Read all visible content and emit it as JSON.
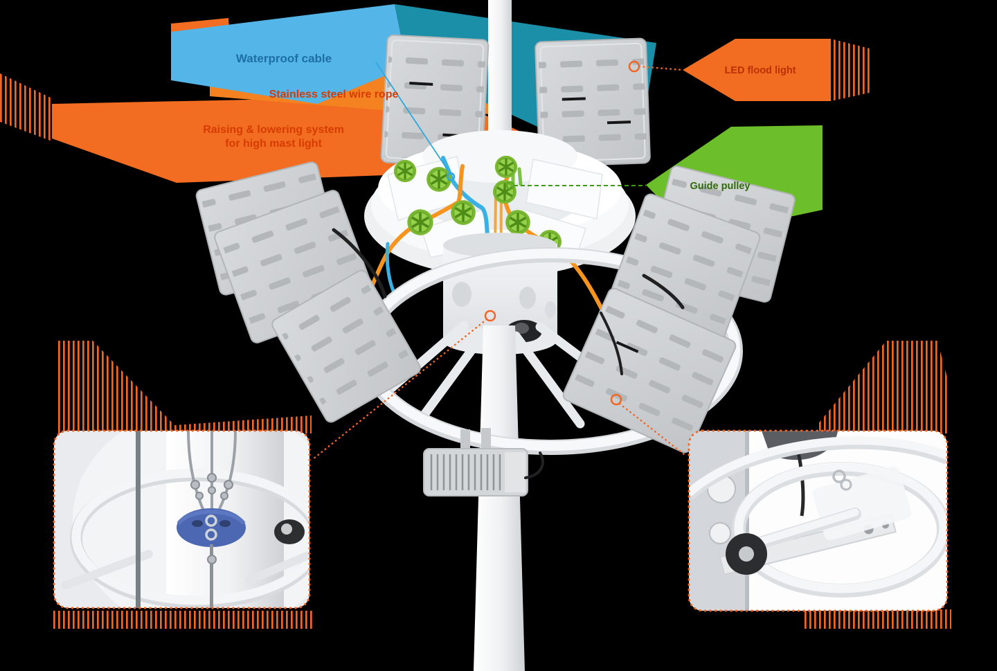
{
  "palette": {
    "background": "#000000",
    "banner_blue_light": "#54b5e8",
    "banner_blue_dark": "#1b8ea8",
    "banner_orange": "#f58220",
    "banner_orange_deep": "#f26d21",
    "banner_green": "#6cbf2b",
    "label_red": "#d63b00",
    "label_blue": "#1d6fa5",
    "label_green": "#2e6a08",
    "leader_orange": "#f26522",
    "leader_blue": "#2fa8dd",
    "leader_green": "#3f9a10",
    "pulley_green": "#96d14c",
    "cable_orange": "#f7941d",
    "cable_blue": "#3ab1e4"
  },
  "callouts": {
    "cable": {
      "label": "Waterproof cable"
    },
    "rope": {
      "label": "Stainless steel wire rope"
    },
    "system": {
      "line1": "Raising & lowering system",
      "line2": "for high mast light"
    },
    "floodlight": {
      "label": "LED flood light"
    },
    "pulley": {
      "label": "Guide pulley"
    }
  }
}
